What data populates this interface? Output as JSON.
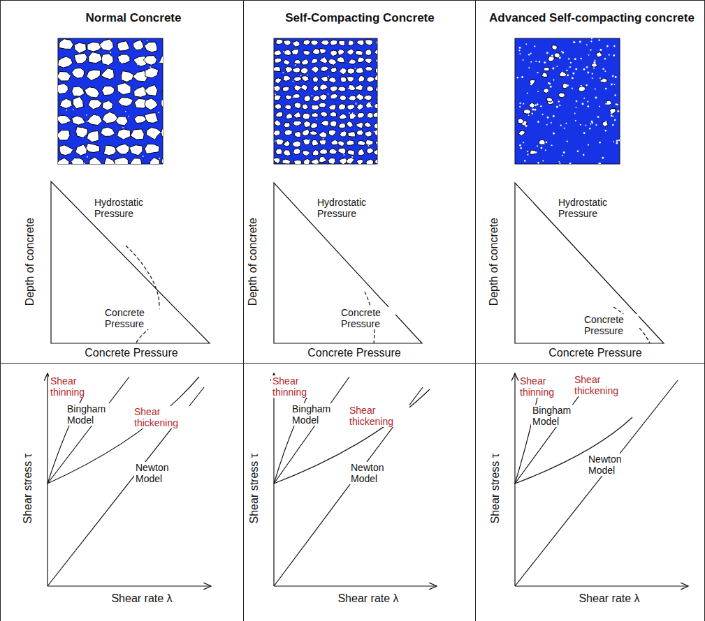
{
  "diagram": {
    "labels": [
      "Normal Concrete",
      "Hydrostatic Pressure",
      "Depth of concrete",
      "Concrete Pressure",
      "Concrete Pressure",
      "Shear thinning",
      "Shear thickening",
      "Bingham Model",
      "Newton Model",
      "Shear stress τ",
      "Shear rate λ",
      "Self-Compacting Concrete",
      "Hydrostatic Pressure",
      "Depth of concrete",
      "Concrete Pressure",
      "Concrete Pressure",
      "Shear thinning",
      "Shear thickening",
      "Bingham Model",
      "Newton Model",
      "Shear stress τ",
      "Shear rate λ",
      "Advanced Self-compacting concrete",
      "Hydrostatic Pressure",
      "Depth of concrete",
      "Concrete Pressure",
      "Concrete Pressure",
      "Shear thinning",
      "Shear thickening",
      "Bingham Model",
      "Newton Model",
      "Shear stress τ",
      "Shear rate λ"
    ]
  }
}
